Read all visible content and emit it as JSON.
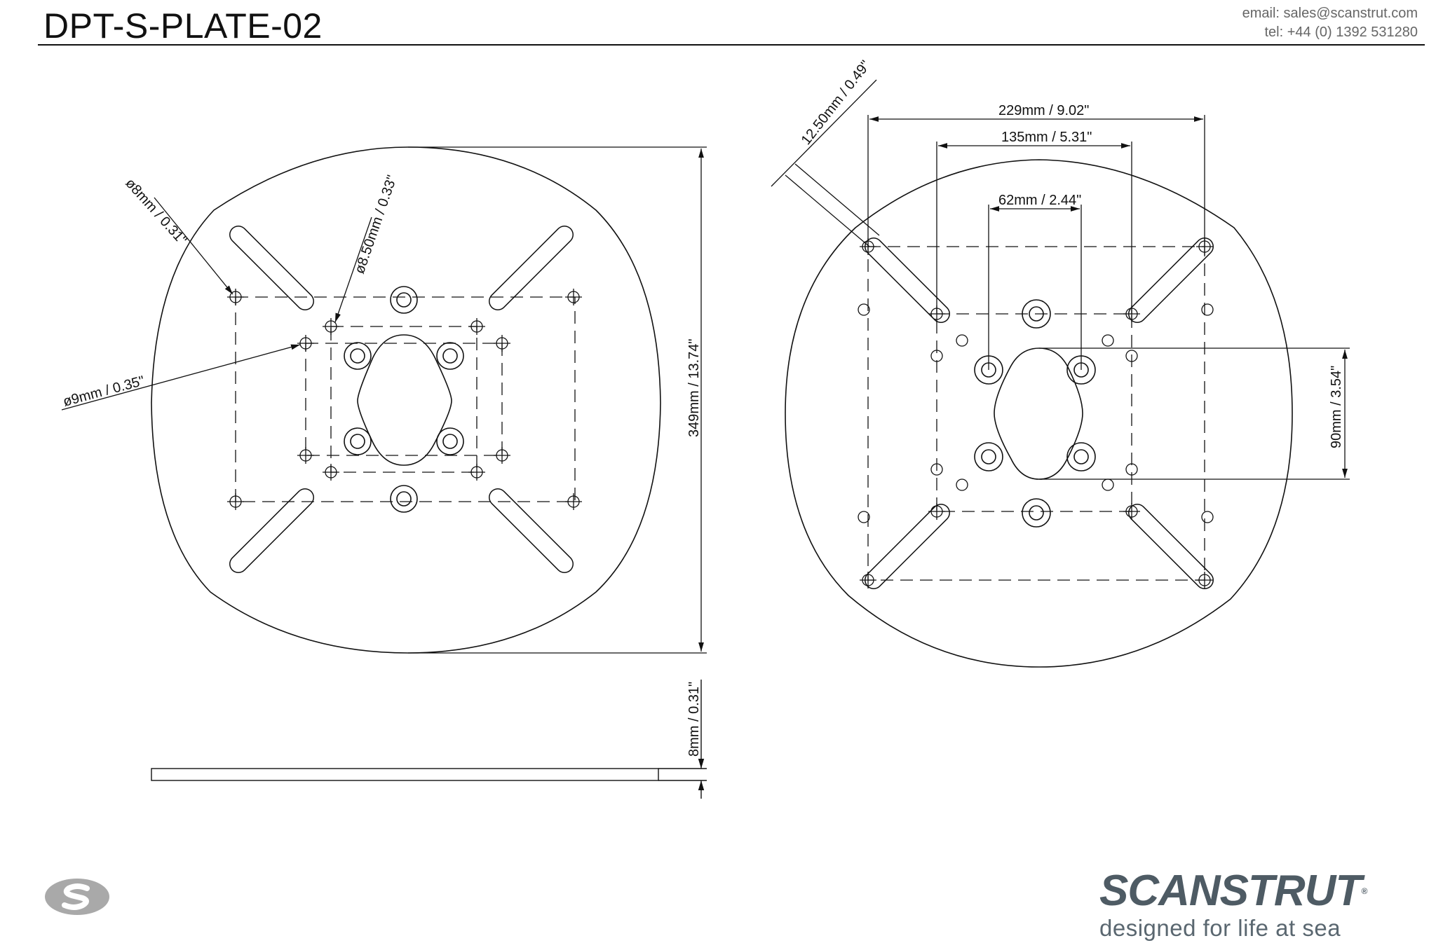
{
  "header": {
    "title": "DPT-S-PLATE-02",
    "email": "email: sales@scanstrut.com",
    "tel": "tel:  +44 (0) 1392 531280"
  },
  "dimensions": {
    "hole_8mm": "ø8mm / 0.31\"",
    "hole_8_50mm": "ø8.50mm / 0.33\"",
    "hole_9mm": "ø9mm / 0.35\"",
    "height_349mm": "349mm / 13.74\"",
    "thickness_8mm": "8mm / 0.31\"",
    "slot_12_50mm": "12.50mm / 0.49\"",
    "width_229mm": "229mm / 9.02\"",
    "width_135mm": "135mm / 5.31\"",
    "width_62mm": "62mm / 2.44\"",
    "height_90mm": "90mm / 3.54\""
  },
  "brand": {
    "logo_text": "SCANSTRUT",
    "registered_mark": "®",
    "tagline": "designed for life at sea",
    "color": "#4e5b64"
  },
  "icons": {
    "corner_logo": "scanstrut-s-logo-icon"
  }
}
